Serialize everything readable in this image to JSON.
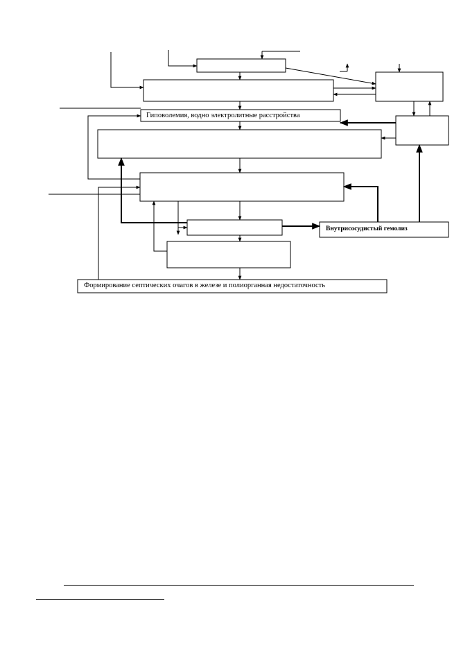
{
  "diagram": {
    "labels": {
      "hypovolemia": "Гиповолемия, водно электролитные расстройства",
      "hemolysis": "Внутрисосудистый гемолиз",
      "septic_foci": "Формирование септических очагов в железе и полиорганная недостаточность"
    }
  },
  "colors": {
    "ink": "#000000",
    "paper": "#ffffff"
  }
}
